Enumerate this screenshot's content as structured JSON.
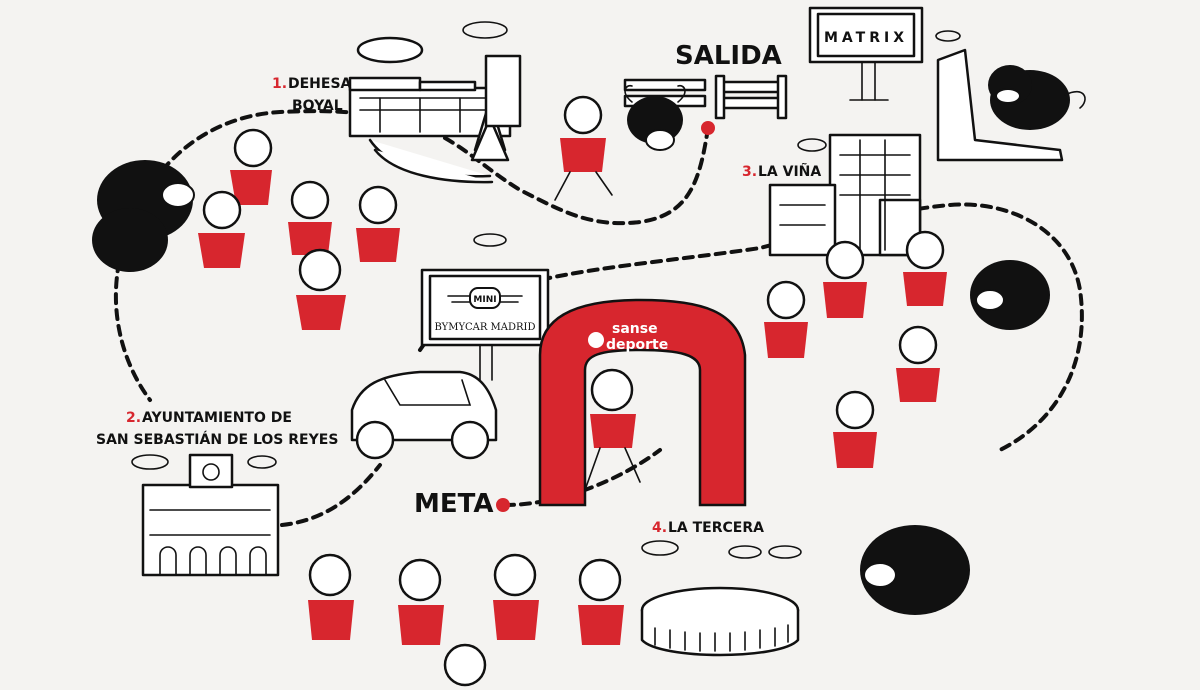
{
  "route": {
    "start": "SALIDA",
    "finish": "META",
    "stops": [
      {
        "number": "1.",
        "line1": "DEHESA",
        "line2": "BOYAL"
      },
      {
        "number": "2.",
        "line1": "AYUNTAMIENTO DE",
        "line2": "SAN SEBASTIÁN DE LOS REYES"
      },
      {
        "number": "3.",
        "line1": "LA VIÑA",
        "line2": ""
      },
      {
        "number": "4.",
        "line1": "LA TERCERA",
        "line2": ""
      }
    ]
  },
  "sponsors": {
    "matrix_billboard": "MATRIX",
    "mini_logo": "MINI",
    "mini_billboard": "BYMYCAR MADRID",
    "arch_brand_line1": "sanse",
    "arch_brand_line2": "deporte"
  },
  "colors": {
    "accent_red": "#d7262e",
    "ink": "#111111",
    "paper": "#f4f3f1"
  }
}
